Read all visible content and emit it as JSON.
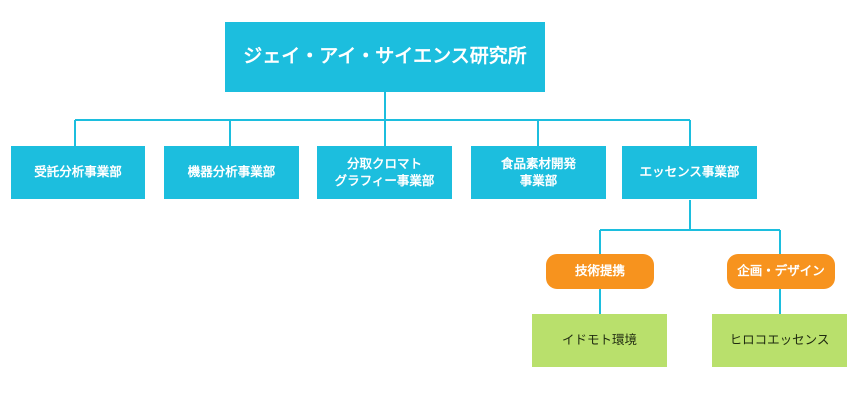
{
  "colors": {
    "primary": "#1cbede",
    "line": "#1cbede",
    "accent": "#f7931e",
    "leaf": "#b9e06c"
  },
  "root": {
    "label": "ジェイ・アイ・サイエンス研究所"
  },
  "departments": [
    {
      "label": "受託分析事業部"
    },
    {
      "label": "機器分析事業部"
    },
    {
      "label": "分取クロマト\nグラフィー事業部"
    },
    {
      "label": "食品素材開発\n事業部"
    },
    {
      "label": "エッセンス事業部"
    }
  ],
  "essence_sections": [
    {
      "label": "技術提携",
      "partner": "イドモト環境"
    },
    {
      "label": "企画・デザイン",
      "partner": "ヒロコエッセンス"
    }
  ]
}
